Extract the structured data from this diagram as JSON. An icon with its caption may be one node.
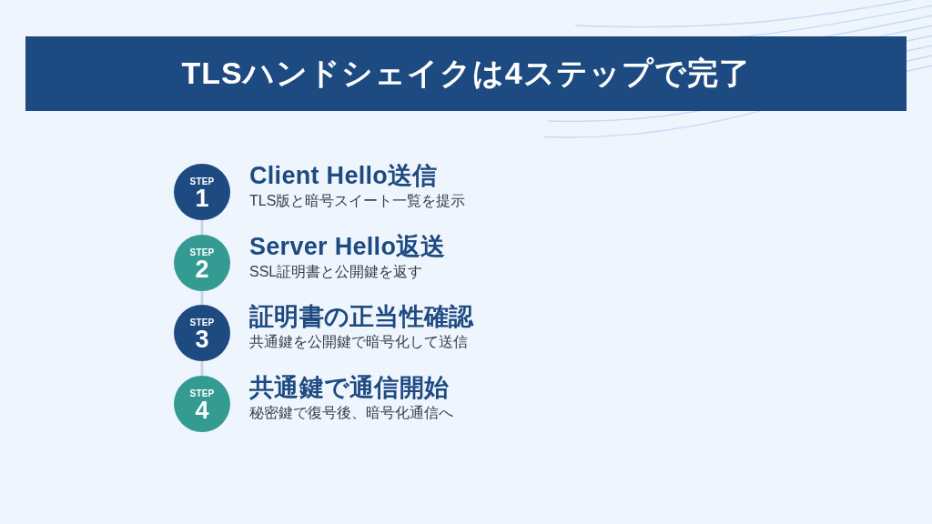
{
  "diagram": {
    "title": "TLSハンドシェイクは4ステップで完了",
    "nodes": [
      {
        "text": [
          "STEP",
          "1"
        ],
        "beside": [
          "Client Hello送信",
          "TLS版と暗号スイート一覧を提示"
        ]
      },
      {
        "text": [
          "STEP",
          "2"
        ],
        "beside": [
          "Server Hello返送",
          "SSL証明書と公開鍵を返す"
        ]
      },
      {
        "text": [
          "STEP",
          "3"
        ],
        "beside": [
          "証明書の正当性確認",
          "共通鍵を公開鍵で暗号化して送信"
        ]
      },
      {
        "text": [
          "STEP",
          "4"
        ],
        "beside": [
          "共通鍵で通信開始",
          "秘密鍵で復号後、暗号化通信へ"
        ]
      }
    ],
    "edges": [
      {
        "from": 0,
        "to": 1,
        "arrow": "none"
      },
      {
        "from": 1,
        "to": 2,
        "arrow": "none"
      },
      {
        "from": 2,
        "to": 3,
        "arrow": "none"
      }
    ]
  }
}
